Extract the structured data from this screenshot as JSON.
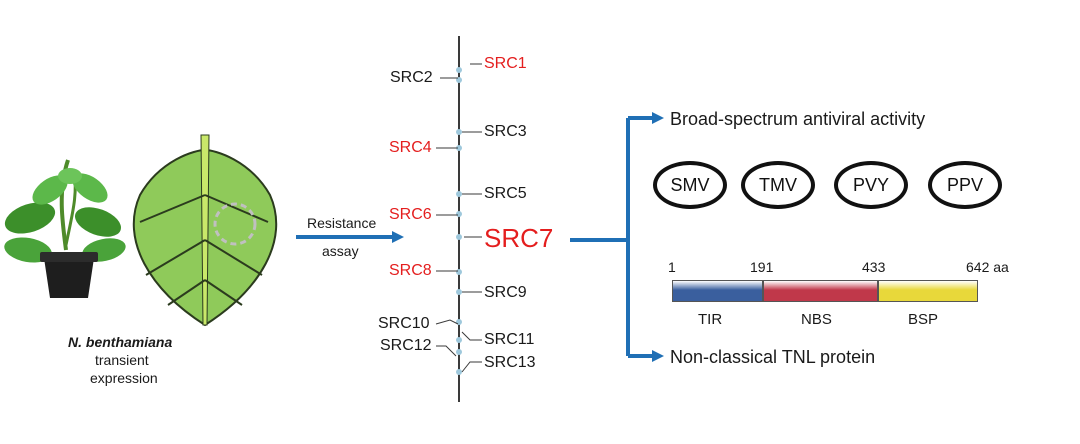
{
  "plant_caption": {
    "line1": "N. benthamiana",
    "line2": "transient",
    "line3": "expression"
  },
  "assay_arrow": {
    "line1": "Resistance",
    "line2": "assay"
  },
  "genes": {
    "left": [
      "SRC2",
      "SRC4",
      "SRC6",
      "SRC8",
      "SRC10",
      "SRC12"
    ],
    "right": [
      "SRC1",
      "SRC3",
      "SRC5",
      "SRC9",
      "SRC11",
      "SRC13"
    ],
    "highlight": "SRC7"
  },
  "gene_colors": {
    "red": "#e41e1e",
    "black": "#1a1a1a"
  },
  "activity": {
    "title": "Broad-spectrum antiviral activity",
    "viruses": [
      "SMV",
      "TMV",
      "PVY",
      "PPV"
    ]
  },
  "protein": {
    "positions": [
      "1",
      "191",
      "433",
      "642 aa"
    ],
    "domains": [
      {
        "name": "TIR",
        "start": 1,
        "end": 191,
        "color": "#3a5f9e"
      },
      {
        "name": "NBS",
        "start": 191,
        "end": 433,
        "color": "#c0384a"
      },
      {
        "name": "BSP",
        "start": 433,
        "end": 642,
        "color": "#e8d83a"
      }
    ],
    "total_length": 642,
    "caption": "Non-classical TNL protein"
  },
  "colors": {
    "arrow": "#1f6fb5",
    "leaf": "#8fca5a",
    "leaf_vein": "#2b3b1e"
  }
}
